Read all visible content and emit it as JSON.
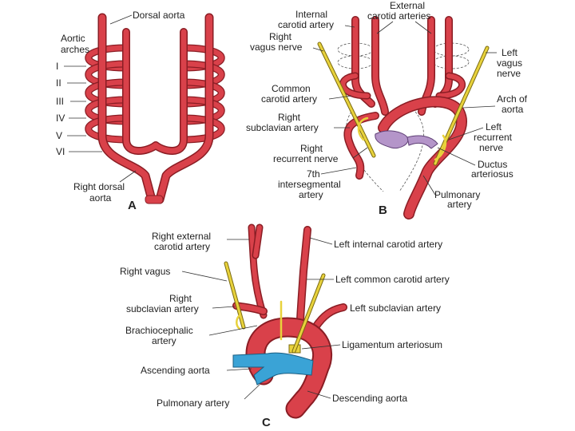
{
  "panel_a": {
    "letter": "A",
    "dorsal_aorta": "Dorsal aorta",
    "aortic_line1": "Aortic",
    "aortic_line2": "arches",
    "arch_numerals": [
      "I",
      "II",
      "III",
      "IV",
      "V",
      "VI"
    ],
    "right_dorsal_line1": "Right dorsal",
    "right_dorsal_line2": "aorta"
  },
  "panel_b": {
    "letter": "B",
    "internal_line1": "Internal",
    "internal_line2": "carotid artery",
    "external_line1": "External",
    "external_line2": "carotid arteries",
    "right_vagus_line1": "Right",
    "right_vagus_line2": "vagus nerve",
    "left_vagus_line1": "Left",
    "left_vagus_line2": "vagus",
    "left_vagus_line3": "nerve",
    "common_line1": "Common",
    "common_line2": "carotid artery",
    "arch_line1": "Arch of",
    "arch_line2": "aorta",
    "right_subclavian_line1": "Right",
    "right_subclavian_line2": "subclavian artery",
    "left_recurrent_line1": "Left",
    "left_recurrent_line2": "recurrent",
    "left_recurrent_line3": "nerve",
    "right_recurrent_line1": "Right",
    "right_recurrent_line2": "recurrent nerve",
    "ductus_line1": "Ductus",
    "ductus_line2": "arteriosus",
    "seventh_line1": "7th",
    "seventh_line2": "intersegmental",
    "seventh_line3": "artery",
    "pulmonary_line1": "Pulmonary",
    "pulmonary_line2": "artery"
  },
  "panel_c": {
    "letter": "C",
    "right_external_line1": "Right external",
    "right_external_line2": "carotid artery",
    "left_internal": "Left internal carotid artery",
    "right_vagus": "Right vagus",
    "left_common": "Left common carotid artery",
    "right_subclavian_line1": "Right",
    "right_subclavian_line2": "subclavian artery",
    "left_subclavian": "Left subclavian artery",
    "brachio_line1": "Brachiocephalic",
    "brachio_line2": "artery",
    "ligamentum": "Ligamentum arteriosum",
    "ascending": "Ascending aorta",
    "pulmonary": "Pulmonary artery",
    "descending": "Descending aorta"
  },
  "colors": {
    "artery": "#d9414a",
    "artery_edge": "#8a1d24",
    "nerve": "#e8d23c",
    "pulmonary": "#3aa3d6"
  }
}
